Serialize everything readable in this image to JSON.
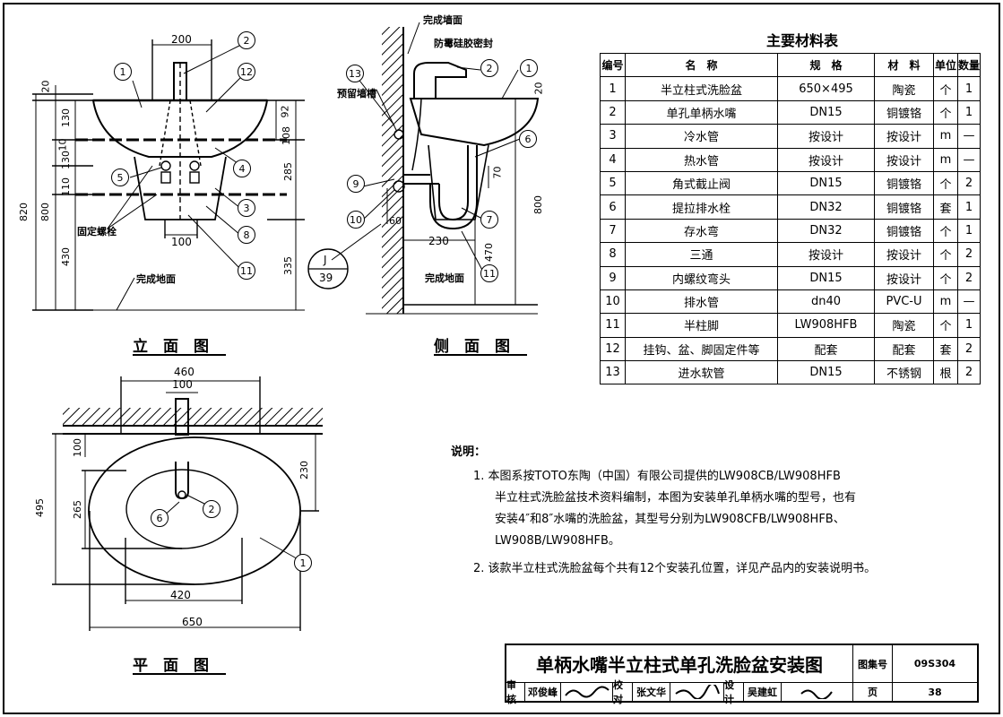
{
  "views": {
    "elevation": "立　面　图",
    "side": "侧　面　图",
    "plan": "平　面　图"
  },
  "elevation": {
    "dims": [
      "200",
      "20",
      "130",
      "92",
      "108",
      "10",
      "130",
      "110",
      "285",
      "820",
      "800",
      "430",
      "335",
      "100"
    ],
    "labels": {
      "bolt": "固定螺栓",
      "floor": "完成地面"
    },
    "callouts": [
      "1",
      "2",
      "12",
      "4",
      "5",
      "3",
      "8",
      "11"
    ]
  },
  "side": {
    "labels": {
      "wall": "完成墙面",
      "seal": "防霉硅胶密封",
      "groove": "预留墙槽",
      "floor": "完成地面"
    },
    "dims": [
      "20",
      "70",
      "60",
      "230",
      "470",
      "800"
    ],
    "callouts": [
      "13",
      "2",
      "1",
      "6",
      "9",
      "10",
      "7",
      "11"
    ],
    "ref": {
      "top": "J",
      "bottom": "39"
    }
  },
  "plan": {
    "dims": [
      "460",
      "100",
      "100",
      "230",
      "495",
      "265",
      "420",
      "650"
    ],
    "callouts": [
      "6",
      "2",
      "1"
    ]
  },
  "materials": {
    "title": "主要材料表",
    "headers": [
      "编号",
      "名　称",
      "规　格",
      "材　料",
      "单位",
      "数量"
    ],
    "rows": [
      [
        "1",
        "半立柱式洗脸盆",
        "650×495",
        "陶瓷",
        "个",
        "1"
      ],
      [
        "2",
        "单孔单柄水嘴",
        "DN15",
        "铜镀铬",
        "个",
        "1"
      ],
      [
        "3",
        "冷水管",
        "按设计",
        "按设计",
        "m",
        "—"
      ],
      [
        "4",
        "热水管",
        "按设计",
        "按设计",
        "m",
        "—"
      ],
      [
        "5",
        "角式截止阀",
        "DN15",
        "铜镀铬",
        "个",
        "2"
      ],
      [
        "6",
        "提拉排水栓",
        "DN32",
        "铜镀铬",
        "套",
        "1"
      ],
      [
        "7",
        "存水弯",
        "DN32",
        "铜镀铬",
        "个",
        "1"
      ],
      [
        "8",
        "三通",
        "按设计",
        "按设计",
        "个",
        "2"
      ],
      [
        "9",
        "内螺纹弯头",
        "DN15",
        "按设计",
        "个",
        "2"
      ],
      [
        "10",
        "排水管",
        "dn40",
        "PVC-U",
        "m",
        "—"
      ],
      [
        "11",
        "半柱脚",
        "LW908HFB",
        "陶瓷",
        "个",
        "1"
      ],
      [
        "12",
        "挂钩、盆、脚固定件等",
        "配套",
        "配套",
        "套",
        "2"
      ],
      [
        "13",
        "进水软管",
        "DN15",
        "不锈钢",
        "根",
        "2"
      ]
    ]
  },
  "notes": {
    "title": "说明：",
    "lines": [
      "1. 本图系按TOTO东陶（中国）有限公司提供的LW908CB/LW908HFB",
      "半立柱式洗脸盆技术资料编制，本图为安装单孔单柄水嘴的型号，也有",
      "安装4″和8″水嘴的洗脸盆，其型号分别为LW908CFB/LW908HFB、",
      "LW908B/LW908HFB。",
      "2. 该款半立柱式洗脸盆每个共有12个安装孔位置，详见产品内的安装说明书。"
    ]
  },
  "titleblock": {
    "title": "单柄水嘴半立柱式单孔洗脸盆安装图",
    "atlas_label": "图集号",
    "atlas_no": "09S304",
    "page_label": "页",
    "page_no": "38",
    "audit_label": "审核",
    "audit_name": "邓俊峰",
    "check_label": "校对",
    "check_name": "张文华",
    "design_label": "设计",
    "design_name": "吴建虹"
  }
}
